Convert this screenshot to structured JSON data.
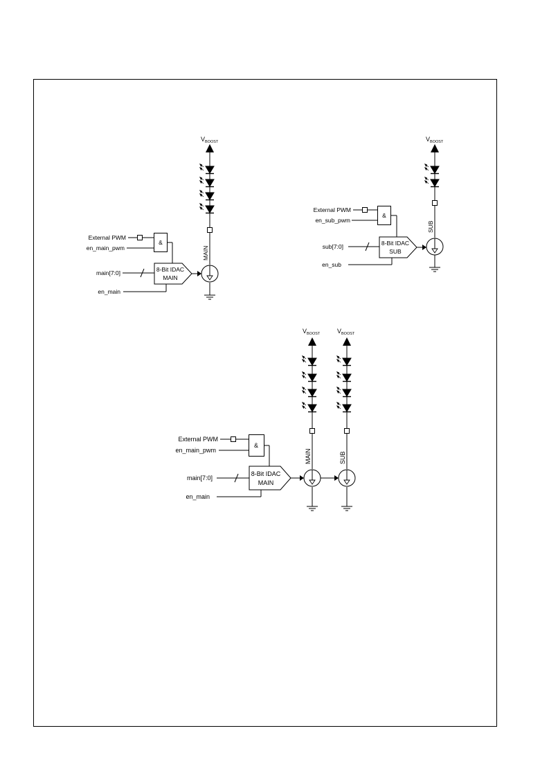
{
  "labels": {
    "vboost_v": "V",
    "vboost_sub": "BOOST",
    "external_pwm": "External PWM",
    "en_main_pwm": "en_main_pwm",
    "en_sub_pwm": "en_sub_pwm",
    "main_bus": "main[7:0]",
    "sub_bus": "sub[7:0]",
    "en_main": "en_main",
    "en_sub": "en_sub",
    "and_gate": "&",
    "idac_line1": "8-Bit IDAC",
    "idac_main": "MAIN",
    "idac_sub": "SUB",
    "rail_main": "MAIN",
    "rail_sub": "SUB"
  },
  "colors": {
    "stroke": "#000000",
    "background": "#ffffff"
  }
}
